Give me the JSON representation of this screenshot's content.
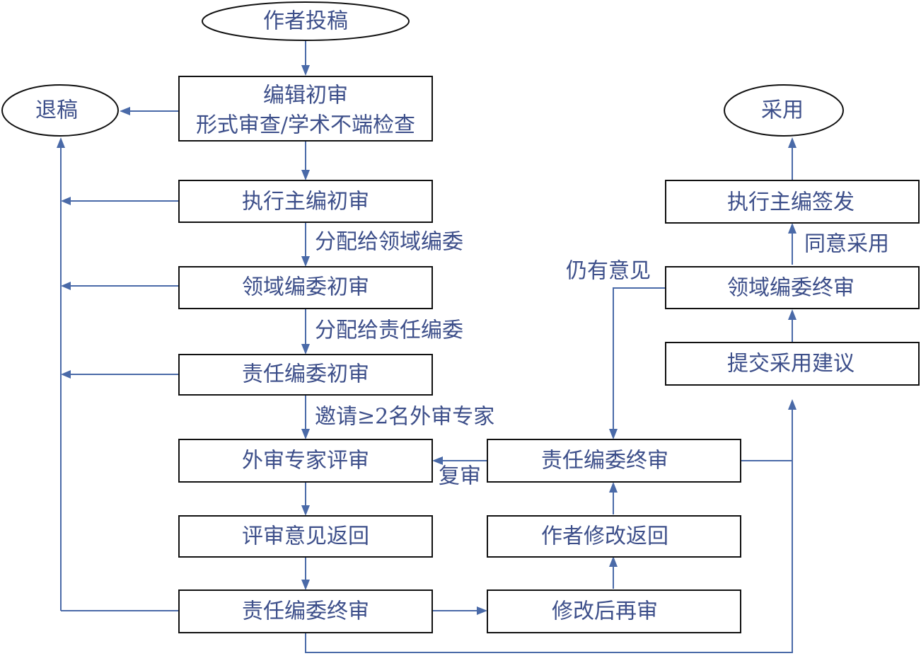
{
  "nodes": {
    "submit": "作者投稿",
    "reject": "退稿",
    "accept": "采用",
    "editorial_review_line1": "编辑初审",
    "editorial_review_line2": "形式审查/学术不端检查",
    "exec_editor_review": "执行主编初审",
    "exec_editor_signoff": "执行主编签发",
    "field_editor_review": "领域编委初审",
    "field_editor_final": "领域编委终审",
    "submit_accept_recommendation": "提交采用建议",
    "resp_editor_review": "责任编委初审",
    "external_review": "外审专家评审",
    "resp_editor_final_upper": "责任编委终审",
    "review_returned": "评审意见返回",
    "author_revision_returned": "作者修改返回",
    "resp_editor_final_lower": "责任编委终审",
    "revise_rereview": "修改后再审"
  },
  "edge_labels": {
    "assign_field_editor": "分配给领域编委",
    "assign_resp_editor": "分配给责任编委",
    "invite_reviewers": "邀请≥2名外审专家",
    "agree_accept": "同意采用",
    "still_comments": "仍有意见",
    "re_review": "复审"
  },
  "colors": {
    "arrow": "#4a6aa8",
    "text": "#3d4f8a",
    "border": "#111111"
  }
}
